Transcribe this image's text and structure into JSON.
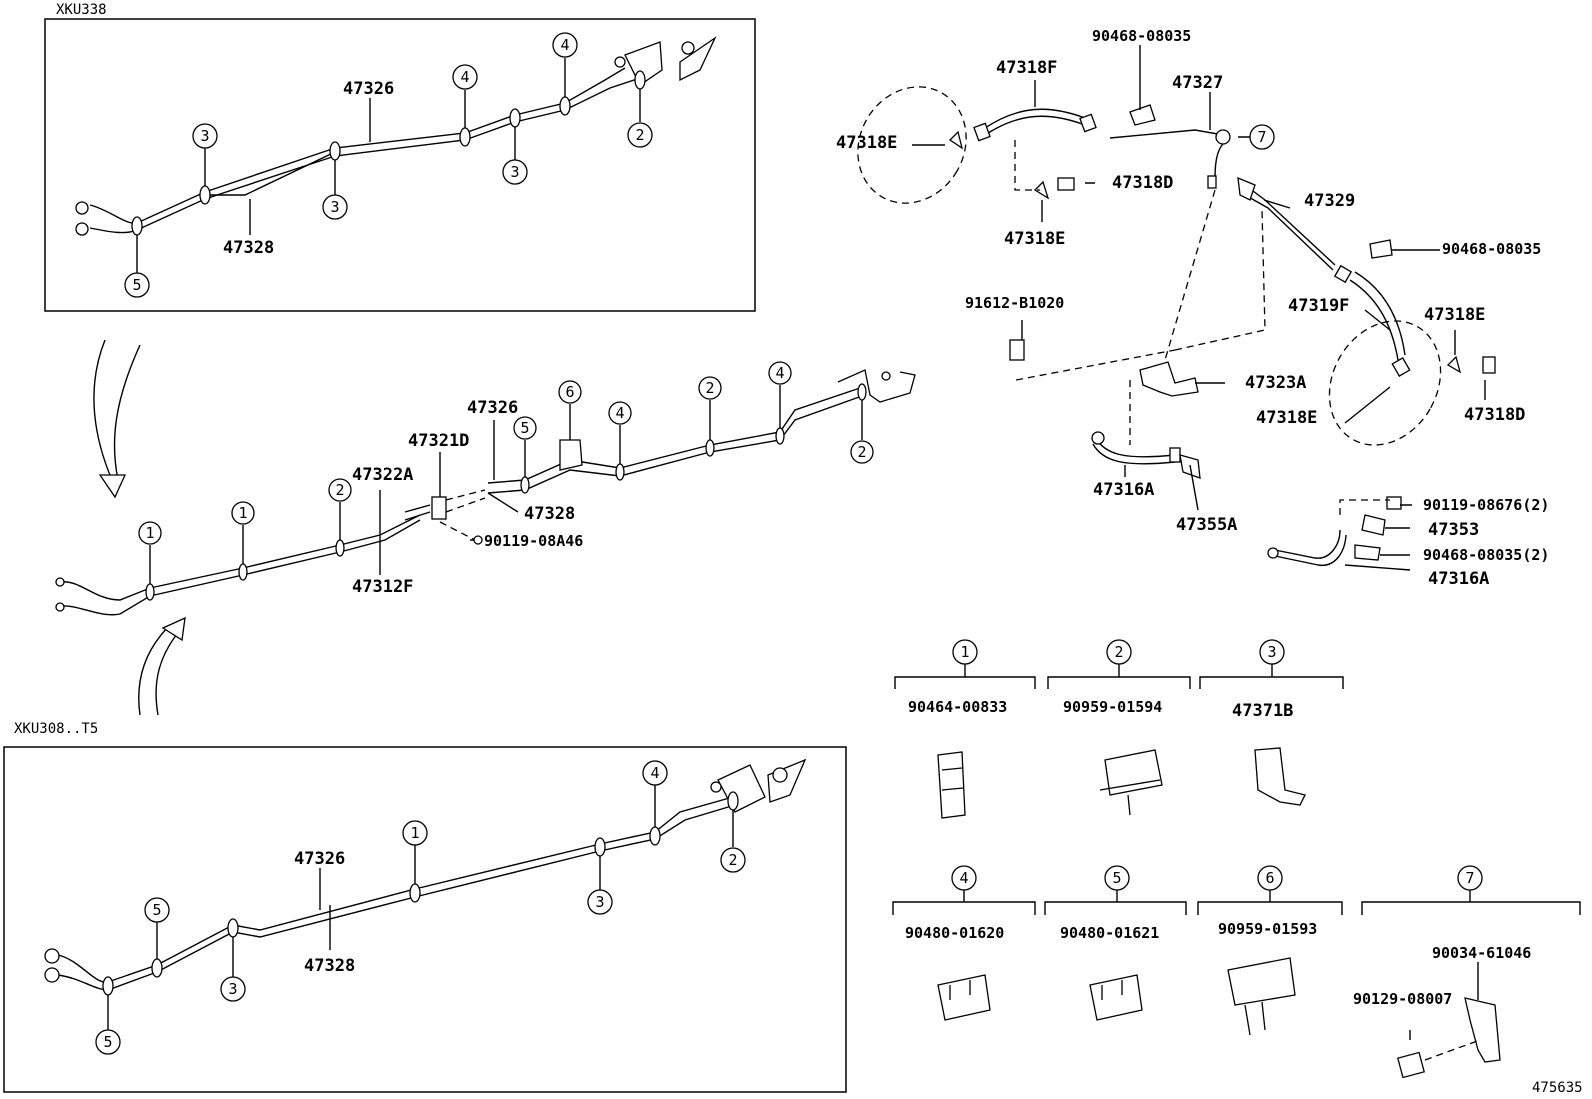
{
  "panels": {
    "top_title": "XKU338",
    "bottom_title": "XKU308..T5"
  },
  "callout_numbers": [
    "1",
    "2",
    "3",
    "4",
    "5",
    "6",
    "7"
  ],
  "top_panel_labels": {
    "p47326": "47326",
    "p47328": "47328"
  },
  "main_labels": {
    "p47326": "47326",
    "p47321D": "47321D",
    "p47322A": "47322A",
    "p47328": "47328",
    "p90119_08A46": "90119-08A46",
    "p47312F": "47312F"
  },
  "bottom_panel_labels": {
    "p47326": "47326",
    "p47328": "47328"
  },
  "right_labels": {
    "p90468_08035_top": "90468-08035",
    "p47318F": "47318F",
    "p47327": "47327",
    "p47318E_left": "47318E",
    "p47318D_top": "47318D",
    "p47318E_mid": "47318E",
    "p47329": "47329",
    "p90468_08035_mid": "90468-08035",
    "p91612_B1020": "91612-B1020",
    "p47319F": "47319F",
    "p47318E_right": "47318E",
    "p47323A": "47323A",
    "p47318E_low": "47318E",
    "p47318D_right": "47318D",
    "p47316A_top": "47316A",
    "p47355A": "47355A",
    "p90119_08676": "90119-08676(2)",
    "p47353": "47353",
    "p90468_08035_2": "90468-08035(2)",
    "p47316A_bottom": "47316A"
  },
  "clip_legend": [
    {
      "num": "1",
      "part": "90464-00833"
    },
    {
      "num": "2",
      "part": "90959-01594"
    },
    {
      "num": "3",
      "part": "47371B"
    },
    {
      "num": "4",
      "part": "90480-01620"
    },
    {
      "num": "5",
      "part": "90480-01621"
    },
    {
      "num": "6",
      "part": "90959-01593"
    },
    {
      "num": "7",
      "part_a": "90034-61046",
      "part_b": "90129-08007"
    }
  ],
  "diagram_id": "475635"
}
